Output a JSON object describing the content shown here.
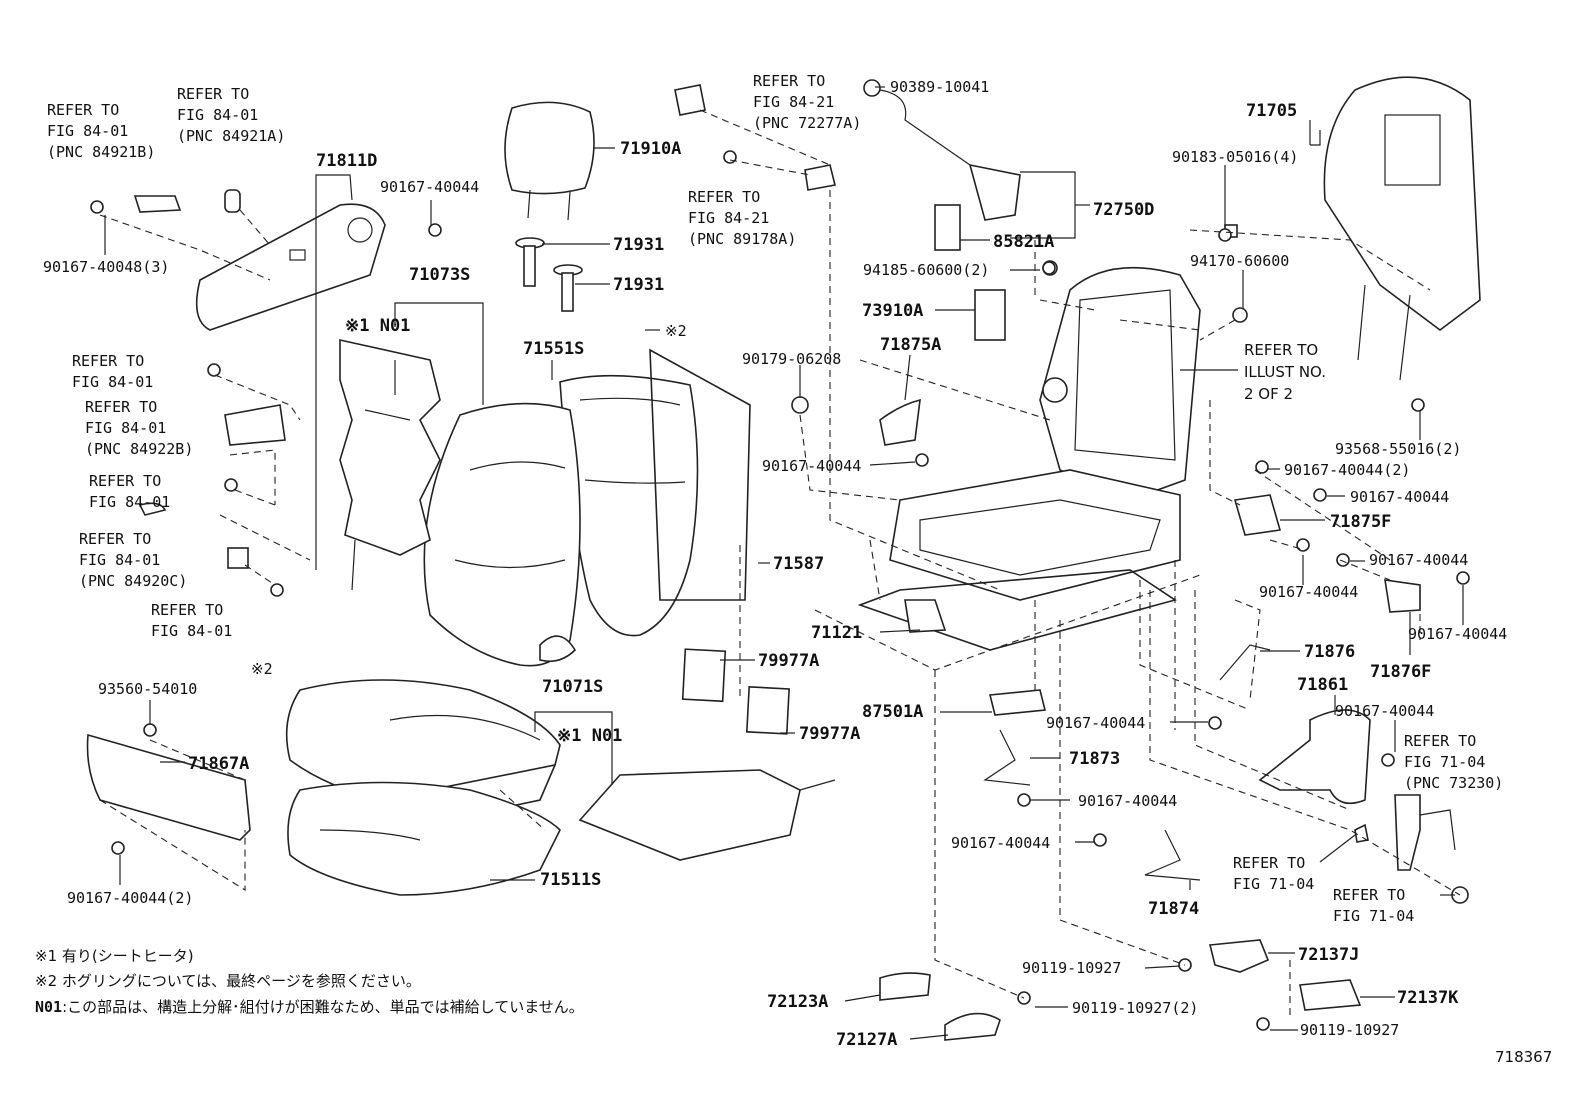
{
  "diagram": {
    "figure_id": "718367",
    "parts": {
      "p71705": "71705",
      "p71910A": "71910A",
      "p71931a": "71931",
      "p71931b": "71931",
      "p71073S": "71073S",
      "p71811D": "71811D",
      "p90167_40044_top": "90167-40044",
      "p90167_40048": "90167-40048(3)",
      "p71551S": "71551S",
      "p71587": "71587",
      "p79977A_a": "79977A",
      "p79977A_b": "79977A",
      "p71071S": "71071S",
      "p71511S": "71511S",
      "p71867A": "71867A",
      "p93560": "93560-54010",
      "p90167_40044_2_left": "90167-40044(2)",
      "p90389": "90389-10041",
      "p72750D": "72750D",
      "p85821A": "85821A",
      "p94185": "94185-60600(2)",
      "p73910A": "73910A",
      "p90179": "90179-06208",
      "p71875A": "71875A",
      "p90167_40044_mid": "90167-40044",
      "p90183": "90183-05016(4)",
      "p94170": "94170-60600",
      "p93568": "93568-55016(2)",
      "p90167_40044_2_right": "90167-40044(2)",
      "p90167_40044_r1": "90167-40044",
      "p71875F": "71875F",
      "p90167_40044_r2": "90167-40044",
      "p90167_40044_r3": "90167-40044",
      "p90167_40044_r4": "90167-40044",
      "p71876F": "71876F",
      "p71876": "71876",
      "p71861": "71861",
      "p90167_40044_r5": "90167-40044",
      "p90167_40044_c1": "90167-40044",
      "p71121": "71121",
      "p87501A": "87501A",
      "p71873": "71873",
      "p90167_40044_c2": "90167-40044",
      "p90167_40044_c3": "90167-40044",
      "p71874": "71874",
      "p90119_a": "90119-10927",
      "p72137J": "72137J",
      "p72137K": "72137K",
      "p72123A": "72123A",
      "p90119_2": "90119-10927(2)",
      "p72127A": "72127A",
      "p90119_b": "90119-10927"
    },
    "refs": {
      "r1": [
        "REFER TO",
        "FIG 84-01",
        "(PNC 84921B)"
      ],
      "r2": [
        "REFER TO",
        "FIG 84-01",
        "(PNC 84921A)"
      ],
      "r3": [
        "REFER TO",
        "FIG 84-01"
      ],
      "r4": [
        "REFER TO",
        "FIG 84-01",
        "(PNC 84922B)"
      ],
      "r5": [
        "REFER TO",
        "FIG 84-01"
      ],
      "r6": [
        "REFER TO",
        "FIG 84-01",
        "(PNC 84920C)"
      ],
      "r7": [
        "REFER TO",
        "FIG 84-01"
      ],
      "r8": [
        "REFER TO",
        "FIG 84-21",
        "(PNC 72277A)"
      ],
      "r9": [
        "REFER TO",
        "FIG 84-21",
        "(PNC 89178A)"
      ],
      "r10": [
        "REFER TO",
        "ILLUST NO.",
        "2 OF 2"
      ],
      "r11": [
        "REFER TO",
        "FIG 71-04",
        "(PNC 73230)"
      ],
      "r12": [
        "REFER TO",
        "FIG 71-04"
      ],
      "r13": [
        "REFER TO",
        "FIG 71-04"
      ]
    },
    "marks": {
      "m1_n01": "※1 N01",
      "m1_n01_b": "※1 N01",
      "m2_a": "※2",
      "m2_b": "※2"
    },
    "notes": {
      "n1": "※1 有り(シートヒータ)",
      "n2": "※2 ホグリングについては、最終ページを参照ください。",
      "n3_key": "N01",
      "n3": ":この部品は、構造上分解･組付けが困難なため、単品では補給していません。"
    }
  }
}
